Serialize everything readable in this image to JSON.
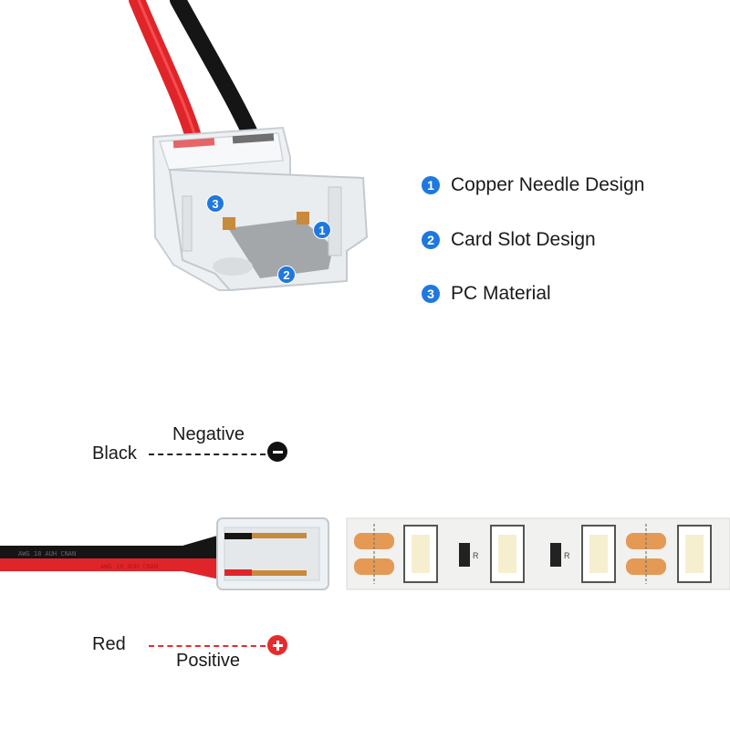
{
  "features": [
    {
      "number": "1",
      "label": "Copper Needle Design"
    },
    {
      "number": "2",
      "label": "Card Slot Design"
    },
    {
      "number": "3",
      "label": "PC Material"
    }
  ],
  "callouts": [
    "1",
    "2",
    "3"
  ],
  "wiring": {
    "black": {
      "wire": "Black",
      "pole": "Negative",
      "color": "#111111"
    },
    "red": {
      "wire": "Red",
      "pole": "Positive",
      "color": "#e52b2b"
    }
  },
  "strip": {
    "resistor_mark": "R",
    "cable_print_black": "AWG 18 AUH CNAN",
    "cable_print_red": "AWG 18 AUH CNAN"
  },
  "colors": {
    "accent": "#1f78e0",
    "wire_red": "#e52b2b",
    "wire_black": "#111111"
  }
}
